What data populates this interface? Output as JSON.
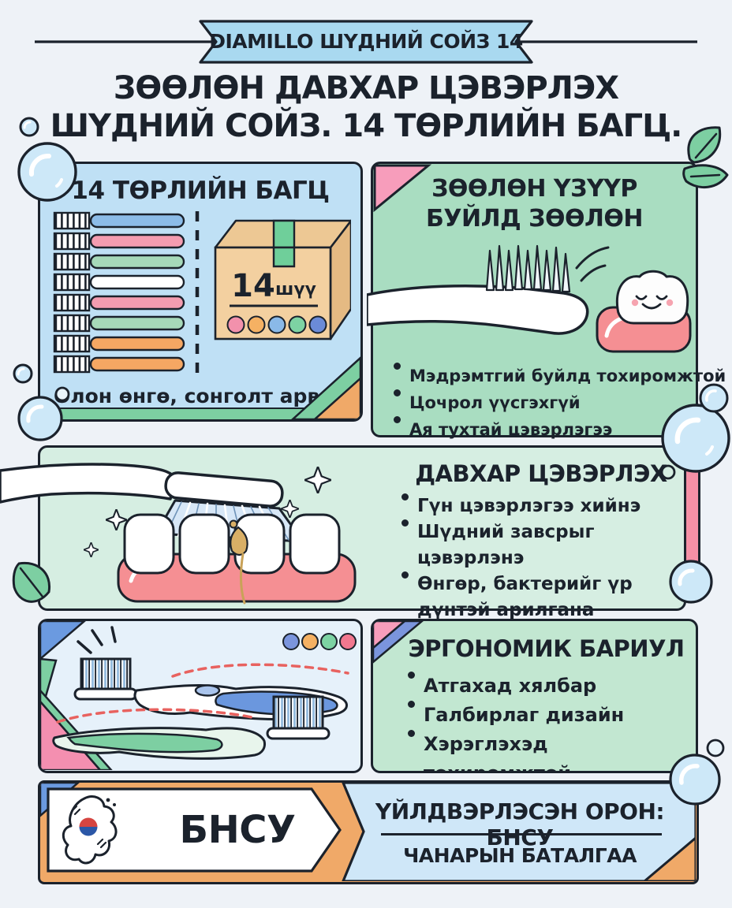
{
  "banner": {
    "brand": "DIAMILLO ШҮДНИЙ СОЙЗ 14"
  },
  "title": {
    "line1": "ЗӨӨЛӨН ДАВХАР ЦЭВЭРЛЭХ",
    "line2": "ШҮДНИЙ СОЙЗ. 14 ТӨРЛИЙН БАГЦ."
  },
  "cards": {
    "pack": {
      "title": "14 ТӨРЛИЙН БАГЦ",
      "box_number": "14",
      "box_unit": "шүү",
      "caption": "Олон өнгө, сонголт арвин"
    },
    "soft": {
      "title_line1": "ЗӨӨЛӨН ҮЗҮҮР",
      "title_line2": "БУЙЛД ЗӨӨЛӨН",
      "bullets": [
        "Мэдрэмтгий буйлд тохиромжтой",
        "Цочрол үүсгэхгүй",
        "Ая тухтай цэвэрлэгээ"
      ]
    },
    "double": {
      "title": "ДАВХАР ЦЭВЭРЛЭХ",
      "bullets": [
        "Гүн цэвэрлэгээ хийнэ",
        "Шүдний завсрыг цэвэрлэнэ",
        "Өнгөр, бактерийг үр дүнтэй арилгана"
      ]
    },
    "ergo": {
      "title": "ЭРГОНОМИК БАРИУЛ",
      "bullets": [
        "Атгахад хялбар",
        "Галбирлаг дизайн",
        "Хэрэглэхэд тохиромжтой"
      ]
    }
  },
  "footer": {
    "country": "БНСУ",
    "origin": "ҮЙЛДВЭРЛЭСЭН ОРОН: БНСУ",
    "guarantee": "ЧАНАРЫН БАТАЛГАА"
  },
  "colors": {
    "ink": "#1b222c",
    "background": "#eef2f7",
    "ribbon_blue": "#a9d9f0",
    "card_blue": "#bfe0f5",
    "card_mint": "#a9ddc1",
    "card_mint_light": "#d6eee2",
    "card_blue_light": "#e6f1fa",
    "card_mint_mid": "#c2e7d1",
    "footer_blue": "#cfe7f8",
    "accent_orange": "#f0a968",
    "accent_pink": "#f590a6",
    "accent_green": "#7dcfa2",
    "accent_blue": "#6b9ae0",
    "gum_pink": "#f58f93",
    "bubble_blue": "#cde8f8",
    "dashed_red": "#e8625f",
    "box_cardboard": "#f3d0a0",
    "flag_red": "#d64541",
    "flag_blue": "#2b57a7"
  },
  "icons": {
    "bubble": "circle-bubble-shape",
    "leaf": "leaf-shape",
    "sparkle": "four-point-star",
    "toothbrush": "toothbrush-shape",
    "tooth": "smiling-tooth-shape",
    "box": "carton-box-shape",
    "korea_map": "south-korea-silhouette-with-flag"
  }
}
